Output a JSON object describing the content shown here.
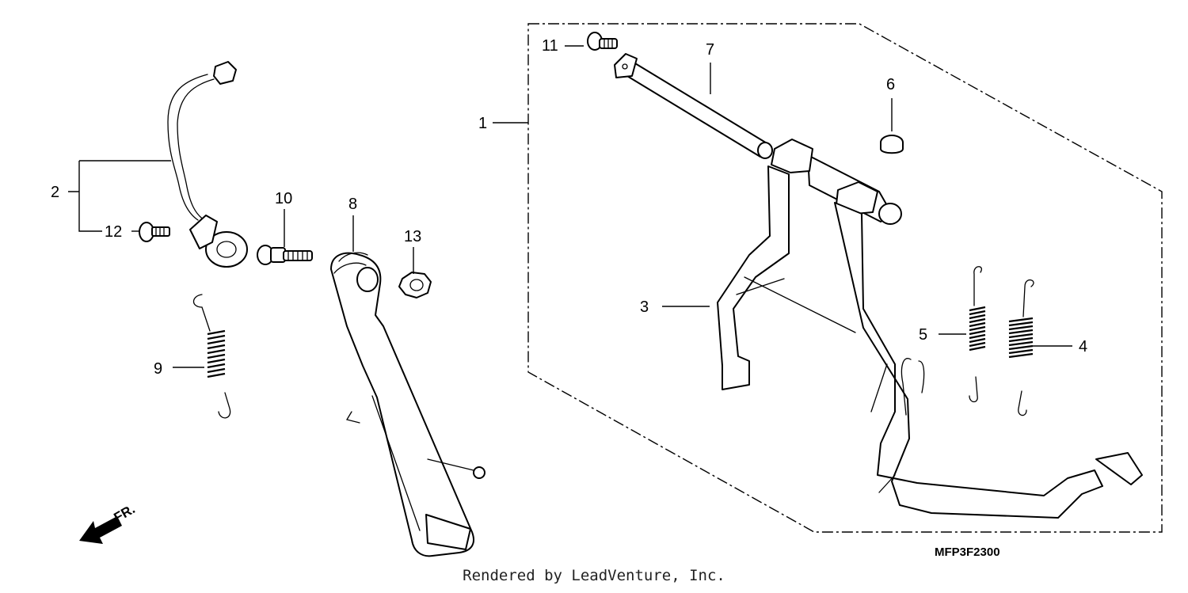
{
  "callouts": [
    "1",
    "2",
    "3",
    "4",
    "5",
    "6",
    "7",
    "8",
    "9",
    "10",
    "11",
    "12",
    "13"
  ],
  "direction_label": "FR.",
  "diagram_code": "MFP3F2300",
  "credit": "Rendered by LeadVenture, Inc.",
  "icons": [
    "front-direction-arrow-icon"
  ]
}
